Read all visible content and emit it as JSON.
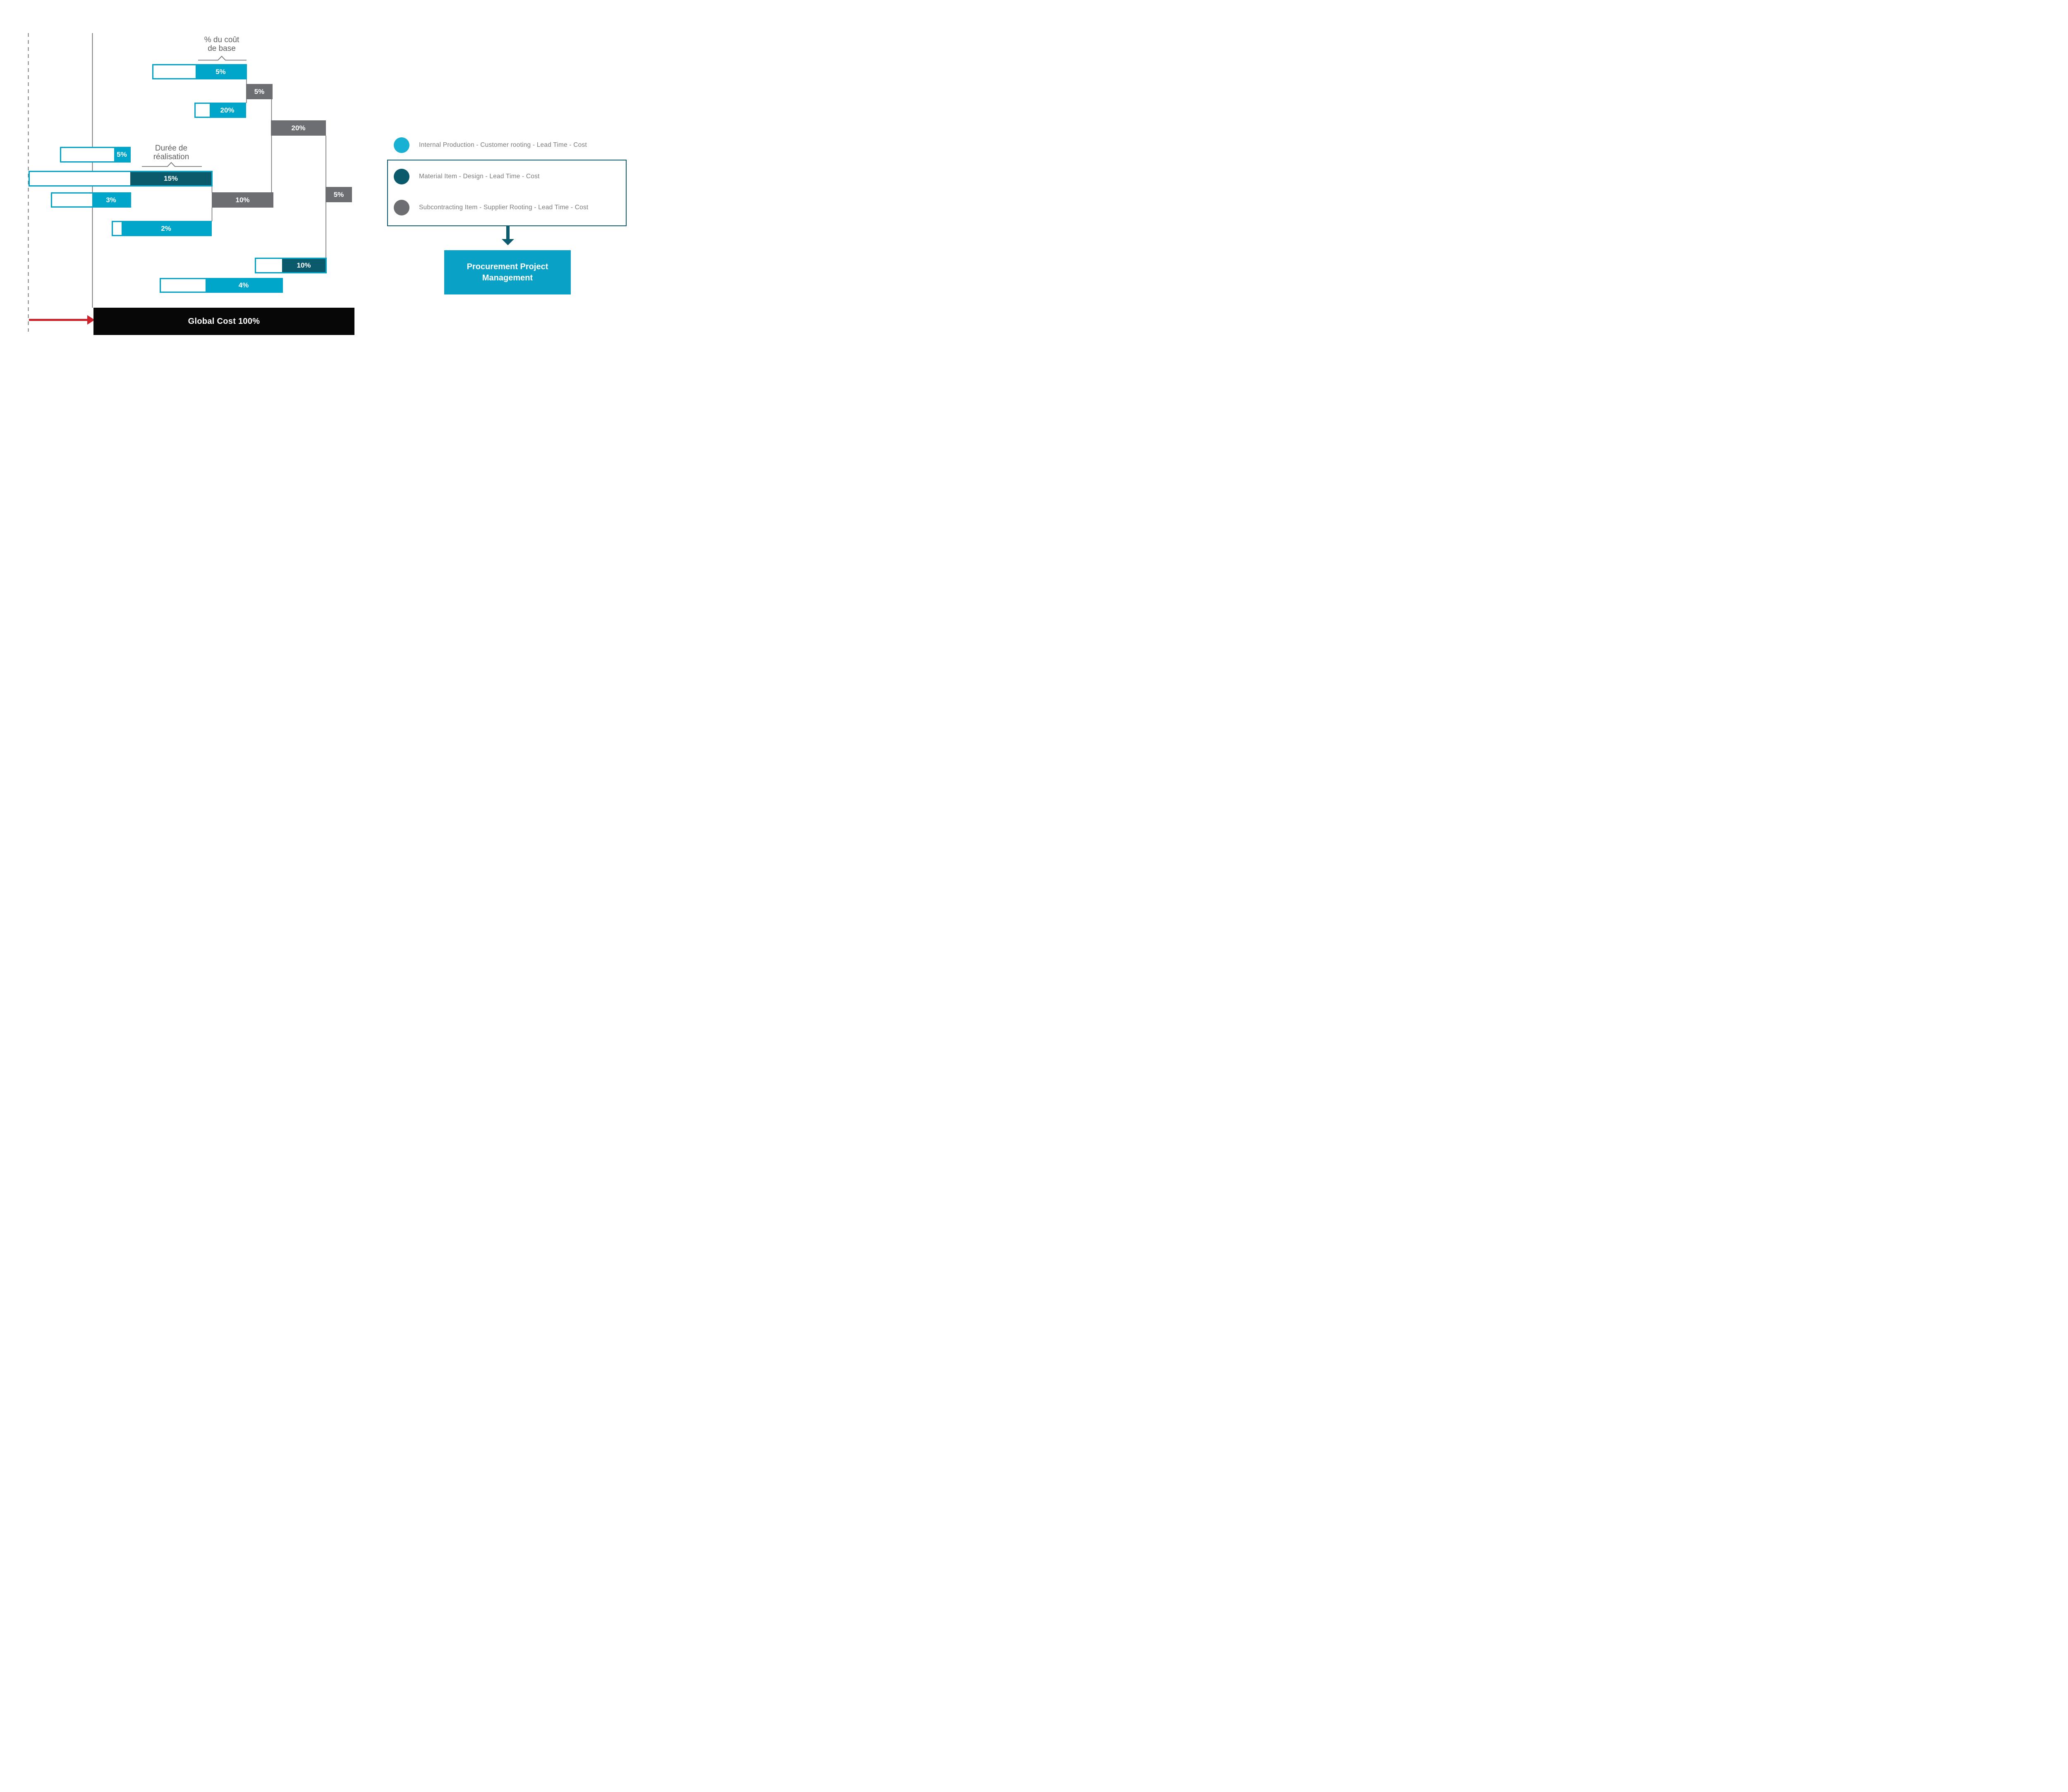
{
  "headings": {
    "cost_line1": "% du coût",
    "cost_line2": "de base",
    "duration_line1": "Durée de",
    "duration_line2": "réalisation"
  },
  "bars": [
    {
      "name": "internal-5-top",
      "kind": "internal-production",
      "label": "5%"
    },
    {
      "name": "subcontract-5-upper",
      "kind": "subcontracting-item",
      "label": "5%"
    },
    {
      "name": "internal-20",
      "kind": "internal-production",
      "label": "20%"
    },
    {
      "name": "subcontract-20",
      "kind": "subcontracting-item",
      "label": "20%"
    },
    {
      "name": "internal-5-left",
      "kind": "internal-production",
      "label": "5%"
    },
    {
      "name": "material-15",
      "kind": "material-item",
      "label": "15%"
    },
    {
      "name": "internal-3",
      "kind": "internal-production",
      "label": "3%"
    },
    {
      "name": "subcontract-10",
      "kind": "subcontracting-item",
      "label": "10%"
    },
    {
      "name": "subcontract-5-right",
      "kind": "subcontracting-item",
      "label": "5%"
    },
    {
      "name": "internal-2",
      "kind": "internal-production",
      "label": "2%"
    },
    {
      "name": "material-10",
      "kind": "material-item",
      "label": "10%"
    },
    {
      "name": "internal-4",
      "kind": "internal-production",
      "label": "4%"
    }
  ],
  "global_bar": {
    "label": "Global Cost 100%"
  },
  "legend": {
    "items": [
      {
        "name": "internal-production",
        "color": "#18b0d3",
        "text": "Internal Production - Customer rooting - Lead Time - Cost"
      },
      {
        "name": "material-item",
        "color": "#0b5a6c",
        "text": "Material Item - Design - Lead Time - Cost"
      },
      {
        "name": "subcontracting-item",
        "color": "#6d6e71",
        "text": "Subcontracting Item - Supplier Rooting - Lead Time - Cost"
      }
    ]
  },
  "button": {
    "line1": "Procurement Project",
    "line2": "Management"
  },
  "colors": {
    "cyan": "#00a6c9",
    "cyan-light": "#18b0d3",
    "dark-teal": "#0b5a6c",
    "bar-gray": "#6d6e71",
    "line-gray": "#707174",
    "heading-gray": "#5d5e60",
    "legend-text": "#7b7c7f",
    "box-border": "#0d5b6e",
    "arrow-red": "#d0202a",
    "bar-black": "#070707",
    "button-cyan": "#0aa1c6"
  }
}
